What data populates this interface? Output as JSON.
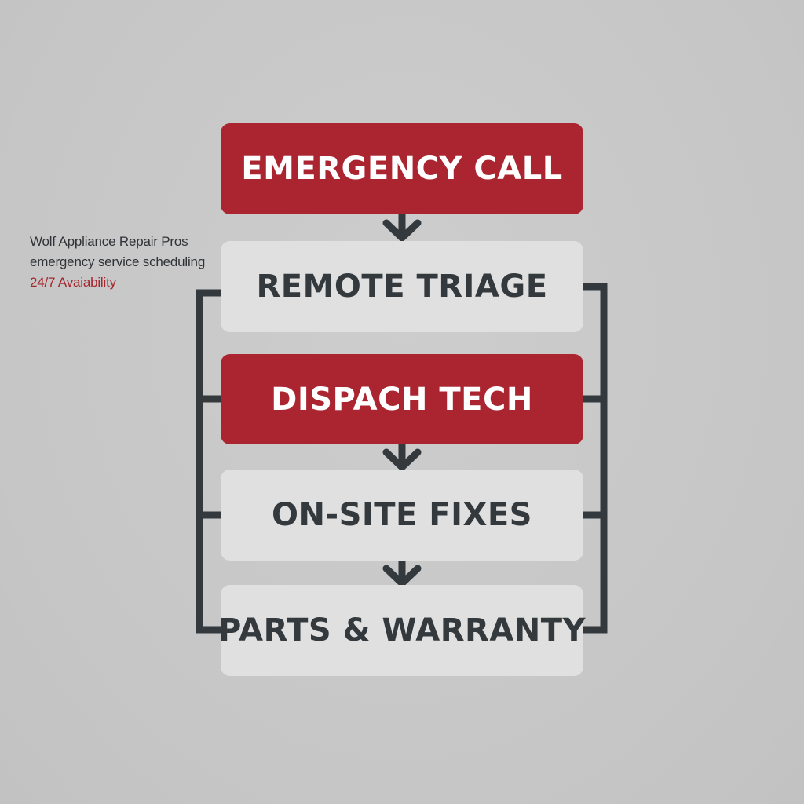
{
  "caption": {
    "line1": "Wolf Appliance Repair Pros",
    "line2": "emergency service scheduling",
    "line3": "24/7 Avaiability"
  },
  "steps": [
    {
      "label": "EMERGENCY CALL",
      "style": "red"
    },
    {
      "label": "REMOTE TRIAGE",
      "style": "light"
    },
    {
      "label": "DISPACH TECH",
      "style": "red"
    },
    {
      "label": "ON-SITE FIXES",
      "style": "light"
    },
    {
      "label": "PARTS & WARRANTY",
      "style": "light"
    }
  ],
  "colors": {
    "background": "#c9c9c9",
    "accent_red": "#ab2530",
    "light_box": "#e0e0e0",
    "dark_text": "#33393d",
    "connector": "#33393d"
  }
}
